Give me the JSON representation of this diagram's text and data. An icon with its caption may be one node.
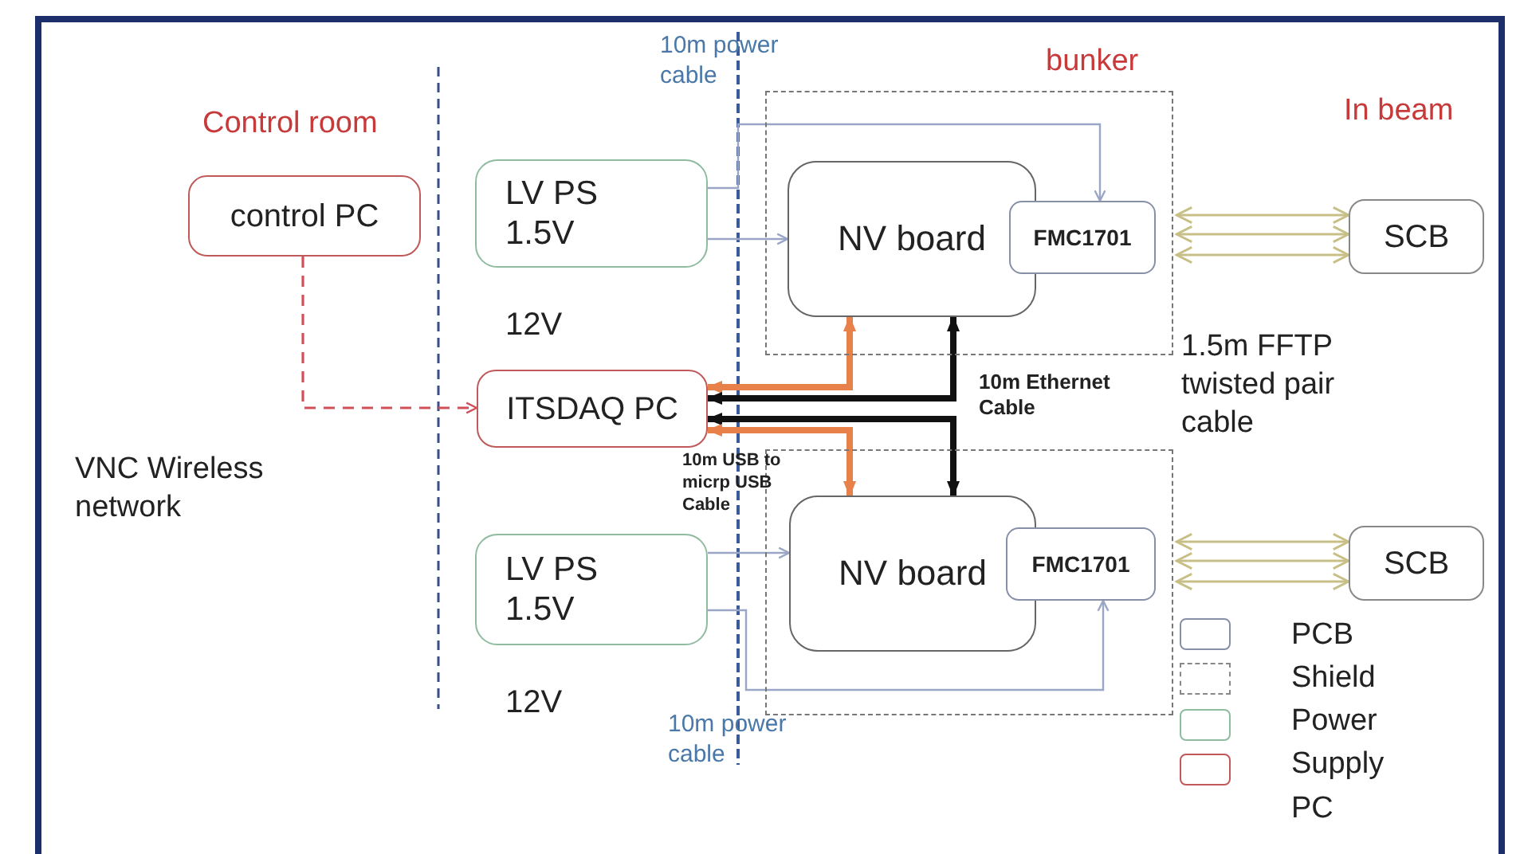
{
  "diagram": {
    "nodes": [
      {
        "text": [
          "control PC"
        ]
      },
      {
        "text": [
          "LV PS 1.5V"
        ],
        "beside": [
          "12V"
        ]
      },
      {
        "text": [],
        "shape": "box"
      },
      {
        "text": [
          "NV board"
        ],
        "in": 2
      },
      {
        "text": [
          "FMC1701"
        ],
        "in": 2
      },
      {
        "text": [
          "SCB"
        ]
      },
      {
        "text": [
          "ITSDAQ PC"
        ]
      },
      {
        "text": [],
        "shape": "box"
      },
      {
        "text": [
          "NV board"
        ],
        "in": 7
      },
      {
        "text": [
          "FMC1701"
        ],
        "in": 7
      },
      {
        "text": [
          "SCB"
        ]
      },
      {
        "text": [
          "LV PS 1.5V"
        ],
        "beside": [
          "12V"
        ]
      }
    ],
    "edges": [
      {
        "from": 0,
        "to": 6,
        "arrow": "to",
        "style": "dashed",
        "color": "#d0505a"
      },
      {
        "from": 1,
        "to": 4,
        "arrow": "to"
      },
      {
        "from": 1,
        "to": 3,
        "arrow": "to"
      },
      {
        "from": 6,
        "to": 3,
        "arrow": "both",
        "style": "thick",
        "color": "#e8804a"
      },
      {
        "from": 6,
        "to": 3,
        "arrow": "both",
        "style": "thick",
        "color": "#111111"
      },
      {
        "from": 6,
        "to": 8,
        "arrow": "both",
        "style": "thick",
        "color": "#111111"
      },
      {
        "from": 6,
        "to": 8,
        "arrow": "both",
        "style": "thick",
        "color": "#e8804a"
      },
      {
        "from": 4,
        "to": 5,
        "arrow": "both",
        "color": "#c8bf86"
      },
      {
        "from": 4,
        "to": 5,
        "arrow": "both",
        "color": "#c8bf86"
      },
      {
        "from": 4,
        "to": 5,
        "arrow": "both",
        "color": "#c8bf86"
      },
      {
        "from": 9,
        "to": 10,
        "arrow": "both",
        "color": "#c8bf86"
      },
      {
        "from": 9,
        "to": 10,
        "arrow": "both",
        "color": "#c8bf86"
      },
      {
        "from": 9,
        "to": 10,
        "arrow": "both",
        "color": "#c8bf86"
      },
      {
        "from": 11,
        "to": 8,
        "arrow": "to"
      },
      {
        "from": 11,
        "to": 9,
        "arrow": "to"
      }
    ],
    "labels": [
      "10m power cable",
      "bunker",
      "Control room",
      "In beam",
      "10m Ethernet Cable",
      "1.5m FFTP twisted pair cable",
      "VNC Wireless network",
      "10m USB to micrp USB Cable",
      "10m power cable"
    ],
    "legend": [
      {
        "text": "PCB"
      },
      {
        "text": "Shield"
      },
      {
        "text": "Power Supply"
      },
      {
        "text": "PC"
      }
    ]
  }
}
